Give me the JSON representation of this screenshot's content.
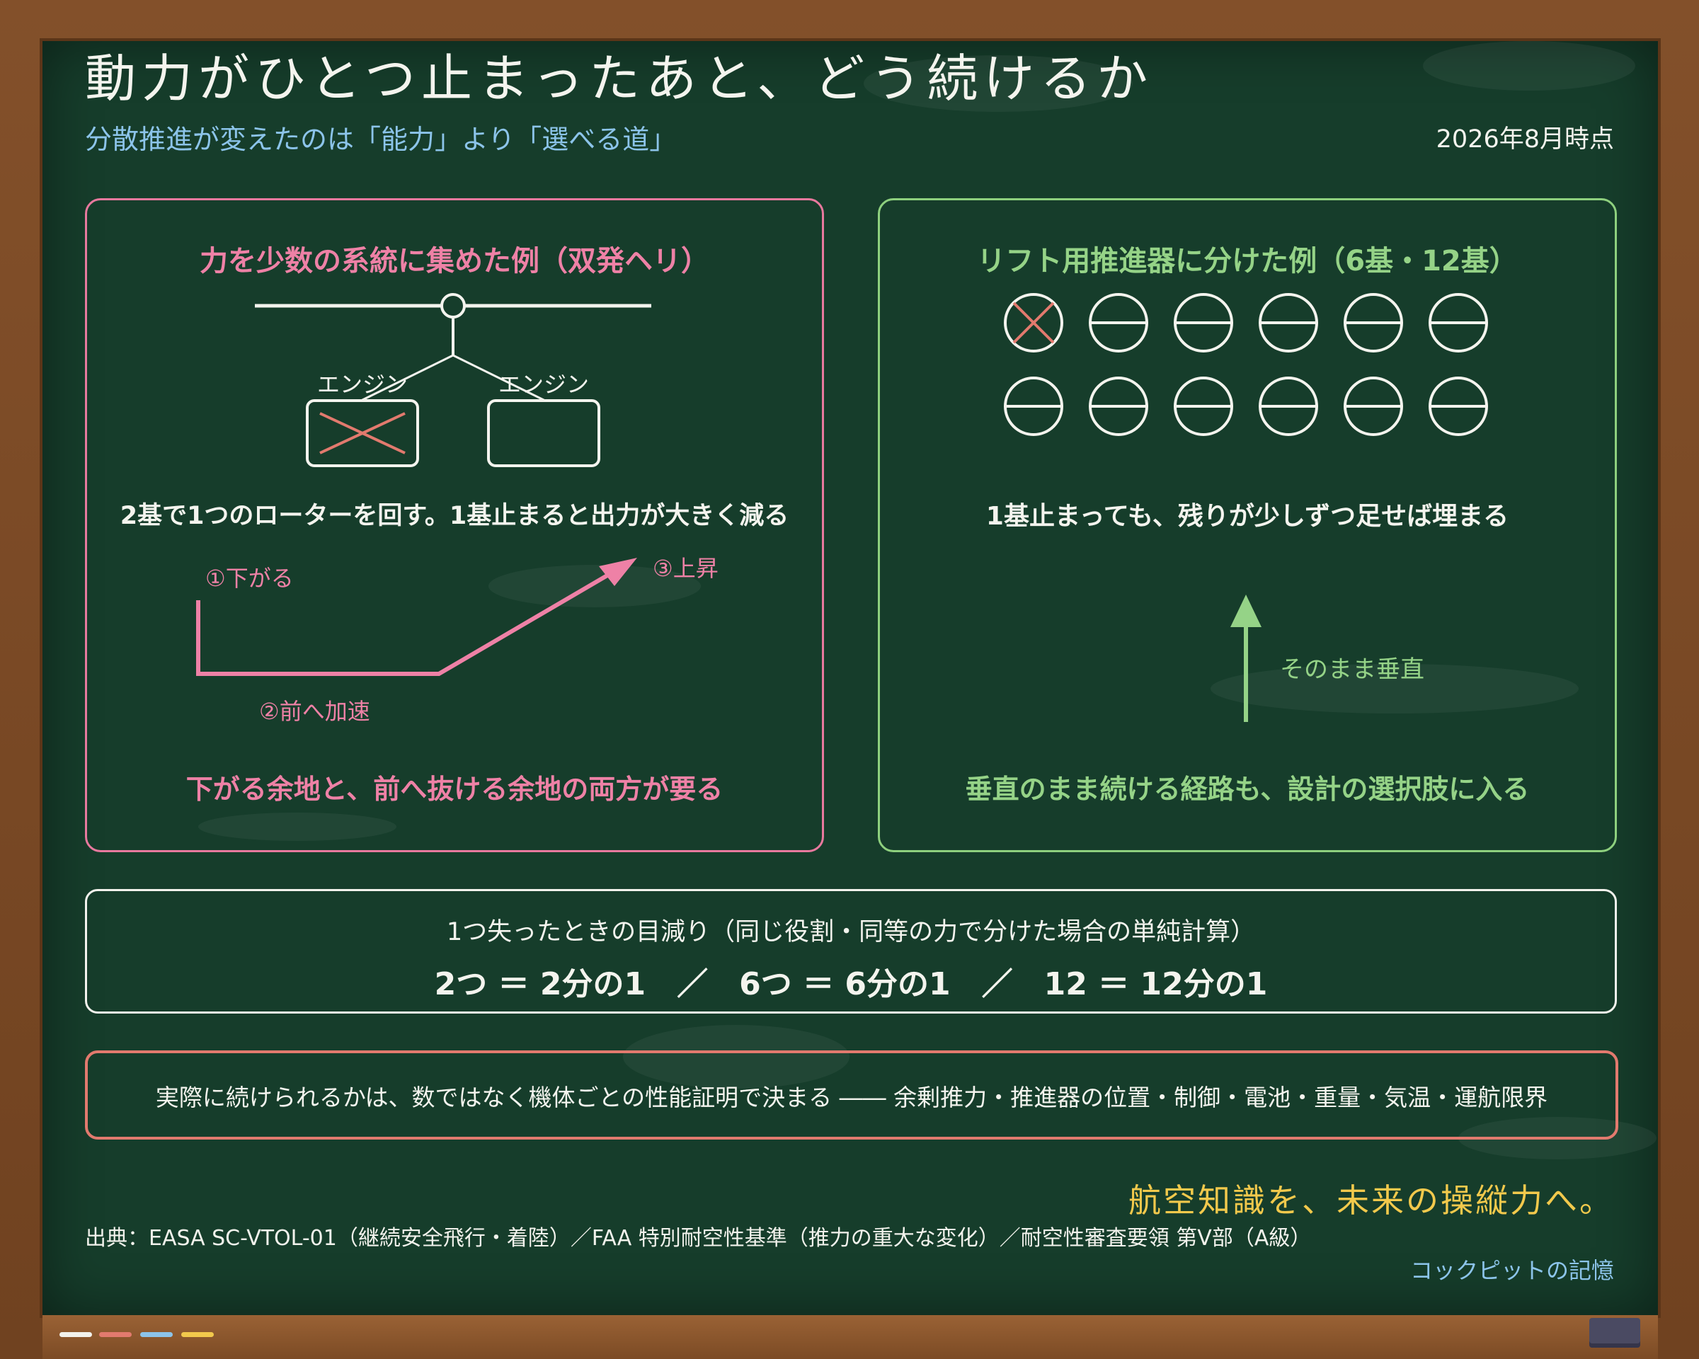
{
  "header": {
    "title": "動力がひとつ止まったあと、どう続けるか",
    "subtitle": "分散推進が変えたのは「能力」より「選べる道」",
    "as_of": "2026年8月時点"
  },
  "left_panel": {
    "title": "力を少数の系統に集めた例（双発ヘリ）",
    "engine_labels": [
      "エンジン",
      "エンジン"
    ],
    "description": "2基で1つのローターを回す。1基止まると出力が大きく減る",
    "path_labels": [
      "①下がる",
      "②前へ加速",
      "③上昇"
    ],
    "conclusion": "下がる余地と、前へ抜ける余地の両方が要る"
  },
  "right_panel": {
    "title": "リフト用推進器に分けた例（6基・12基）",
    "rotor_count": 12,
    "failed_rotor_count": 1,
    "description": "1基止まっても、残りが少しずつ足せば埋まる",
    "arrow_label": "そのまま垂直",
    "conclusion": "垂直のまま続ける経路も、設計の選択肢に入る"
  },
  "loss_box": {
    "heading": "1つ失ったときの目減り（同じ役割・同等の力で分けた場合の単純計算）",
    "values": "2つ ＝ 2分の1　／　6つ ＝ 6分の1　／　12 ＝ 12分の1"
  },
  "note_box": {
    "text": "実際に続けられるかは、数ではなく機体ごとの性能証明で決まる ―― 余剰推力・推進器の位置・制御・電池・重量・気温・運航限界"
  },
  "footer": {
    "tagline": "航空知識を、未来の操縦力へ。",
    "source": "出典：EASA SC-VTOL-01（継続安全飛行・着陸）／FAA 特別耐空性基準（推力の重大な変化）／耐空性審査要領 第Ⅴ部（A級）",
    "brand": "コックピットの記憶"
  },
  "colors": {
    "board": "#163d2b",
    "pink": "#ee81a6",
    "green": "#95d387",
    "red": "#e27a6e",
    "blue": "#8cc4ea",
    "yellow": "#f2c94c"
  }
}
